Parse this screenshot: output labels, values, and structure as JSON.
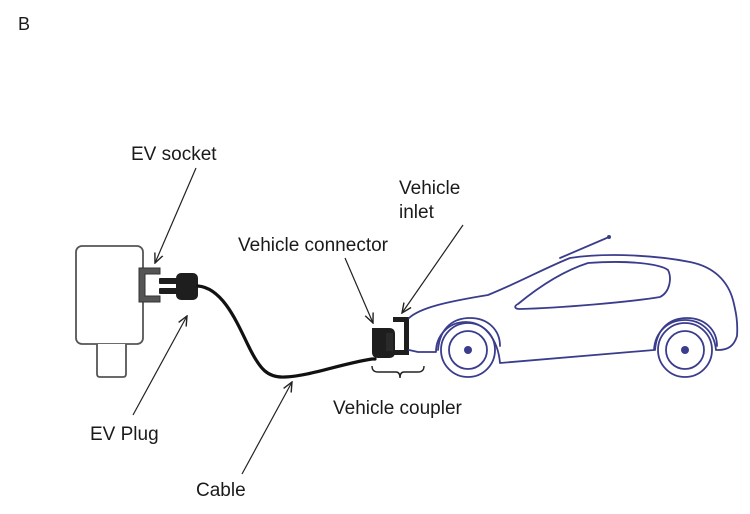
{
  "figure": {
    "panel_label": "B",
    "labels": {
      "ev_socket": "EV socket",
      "ev_plug": "EV Plug",
      "cable": "Cable",
      "vehicle_connector": "Vehicle connector",
      "vehicle_inlet_line1": "Vehicle",
      "vehicle_inlet_line2": "inlet",
      "vehicle_coupler": "Vehicle coupler"
    },
    "colors": {
      "car_outline": "#3a3c8c",
      "connector_fill": "#1e1e1e",
      "socket_outline": "#555555"
    }
  }
}
